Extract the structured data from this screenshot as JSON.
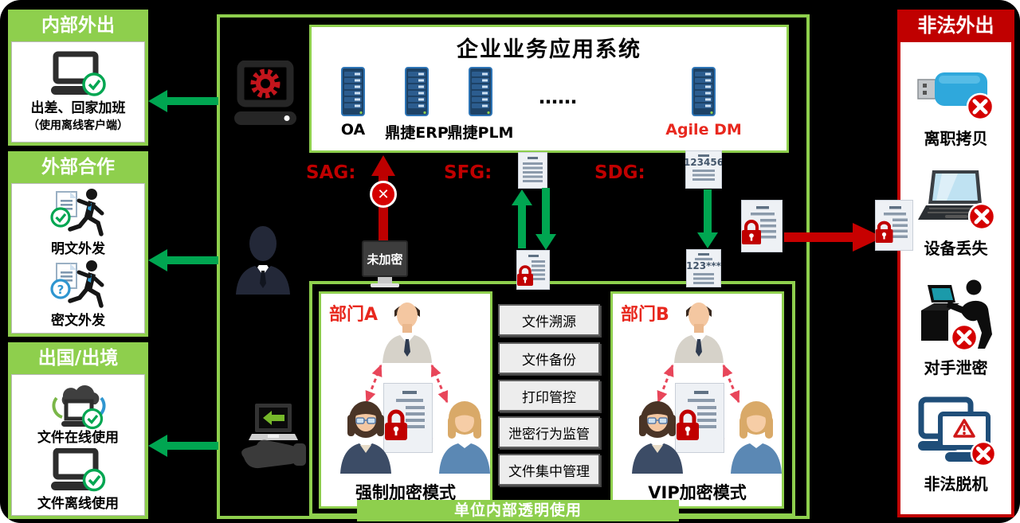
{
  "left_panels": {
    "internal": {
      "title": "内部外出",
      "line1": "出差、回家加班",
      "line2": "（使用离线客户端）"
    },
    "external": {
      "title": "外部合作",
      "item1": {
        "label": "明文外发"
      },
      "item2": {
        "label": "密文外发"
      }
    },
    "abroad": {
      "title": "出国/出境",
      "item1": {
        "label": "文件在线使用"
      },
      "item2": {
        "label": "文件离线使用"
      }
    }
  },
  "right_panel": {
    "title": "非法外出",
    "item1": {
      "label": "离职拷贝"
    },
    "item2": {
      "label": "设备丢失"
    },
    "item3": {
      "label": "对手泄密"
    },
    "item4": {
      "label": "非法脱机"
    }
  },
  "app_system": {
    "title": "企业业务应用系统",
    "server1": "OA",
    "server2": "鼎捷ERP",
    "server3": "鼎捷PLM",
    "ellipsis": "……",
    "server4": "Agile DM"
  },
  "gateways": {
    "sag_label": "SAG:",
    "sfg_label": "SFG:",
    "sdg_label": "SDG:",
    "unencrypted_label": "未加密",
    "code_full": "123456",
    "code_masked": "123***"
  },
  "internal_use": {
    "banner": "单位内部透明使用",
    "dept_a": {
      "title": "部门A",
      "mode": "强制加密模式"
    },
    "dept_b": {
      "title": "部门B",
      "mode": "VIP加密模式"
    },
    "controls": [
      "文件溯源",
      "文件备份",
      "打印管控",
      "泄密行为监管",
      "文件集中管理"
    ]
  },
  "colors": {
    "green_border": "#8ecf4d",
    "green_arrow": "#00a651",
    "dark_red": "#c00000",
    "bright_red": "#e8281e"
  }
}
